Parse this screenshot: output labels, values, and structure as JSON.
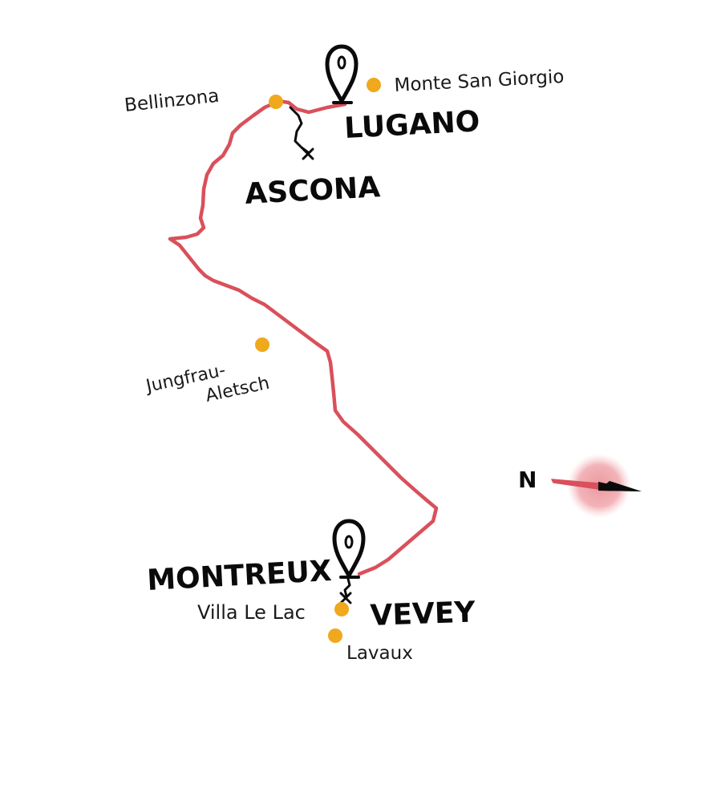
{
  "map": {
    "cities": {
      "lugano": "LUGANO",
      "ascona": "ASCONA",
      "montreux": "MONTREUX",
      "vevey": "VEVEY"
    },
    "places": {
      "bellinzona": "Bellinzona",
      "monte_san_giorgio": "Monte San Giorgio",
      "jungfrau_line1": "Jungfrau-",
      "jungfrau_line2": "Aletsch",
      "villa_le_lac": "Villa Le Lac",
      "lavaux": "Lavaux"
    },
    "compass": {
      "label": "N"
    },
    "colors": {
      "route": "#d9505b",
      "poi": "#f0a81c",
      "ink": "#0a0a0a",
      "compass_glow": "#e8939a"
    },
    "icons": [
      "map-pin-icon",
      "compass-icon",
      "x-mark-icon"
    ]
  }
}
